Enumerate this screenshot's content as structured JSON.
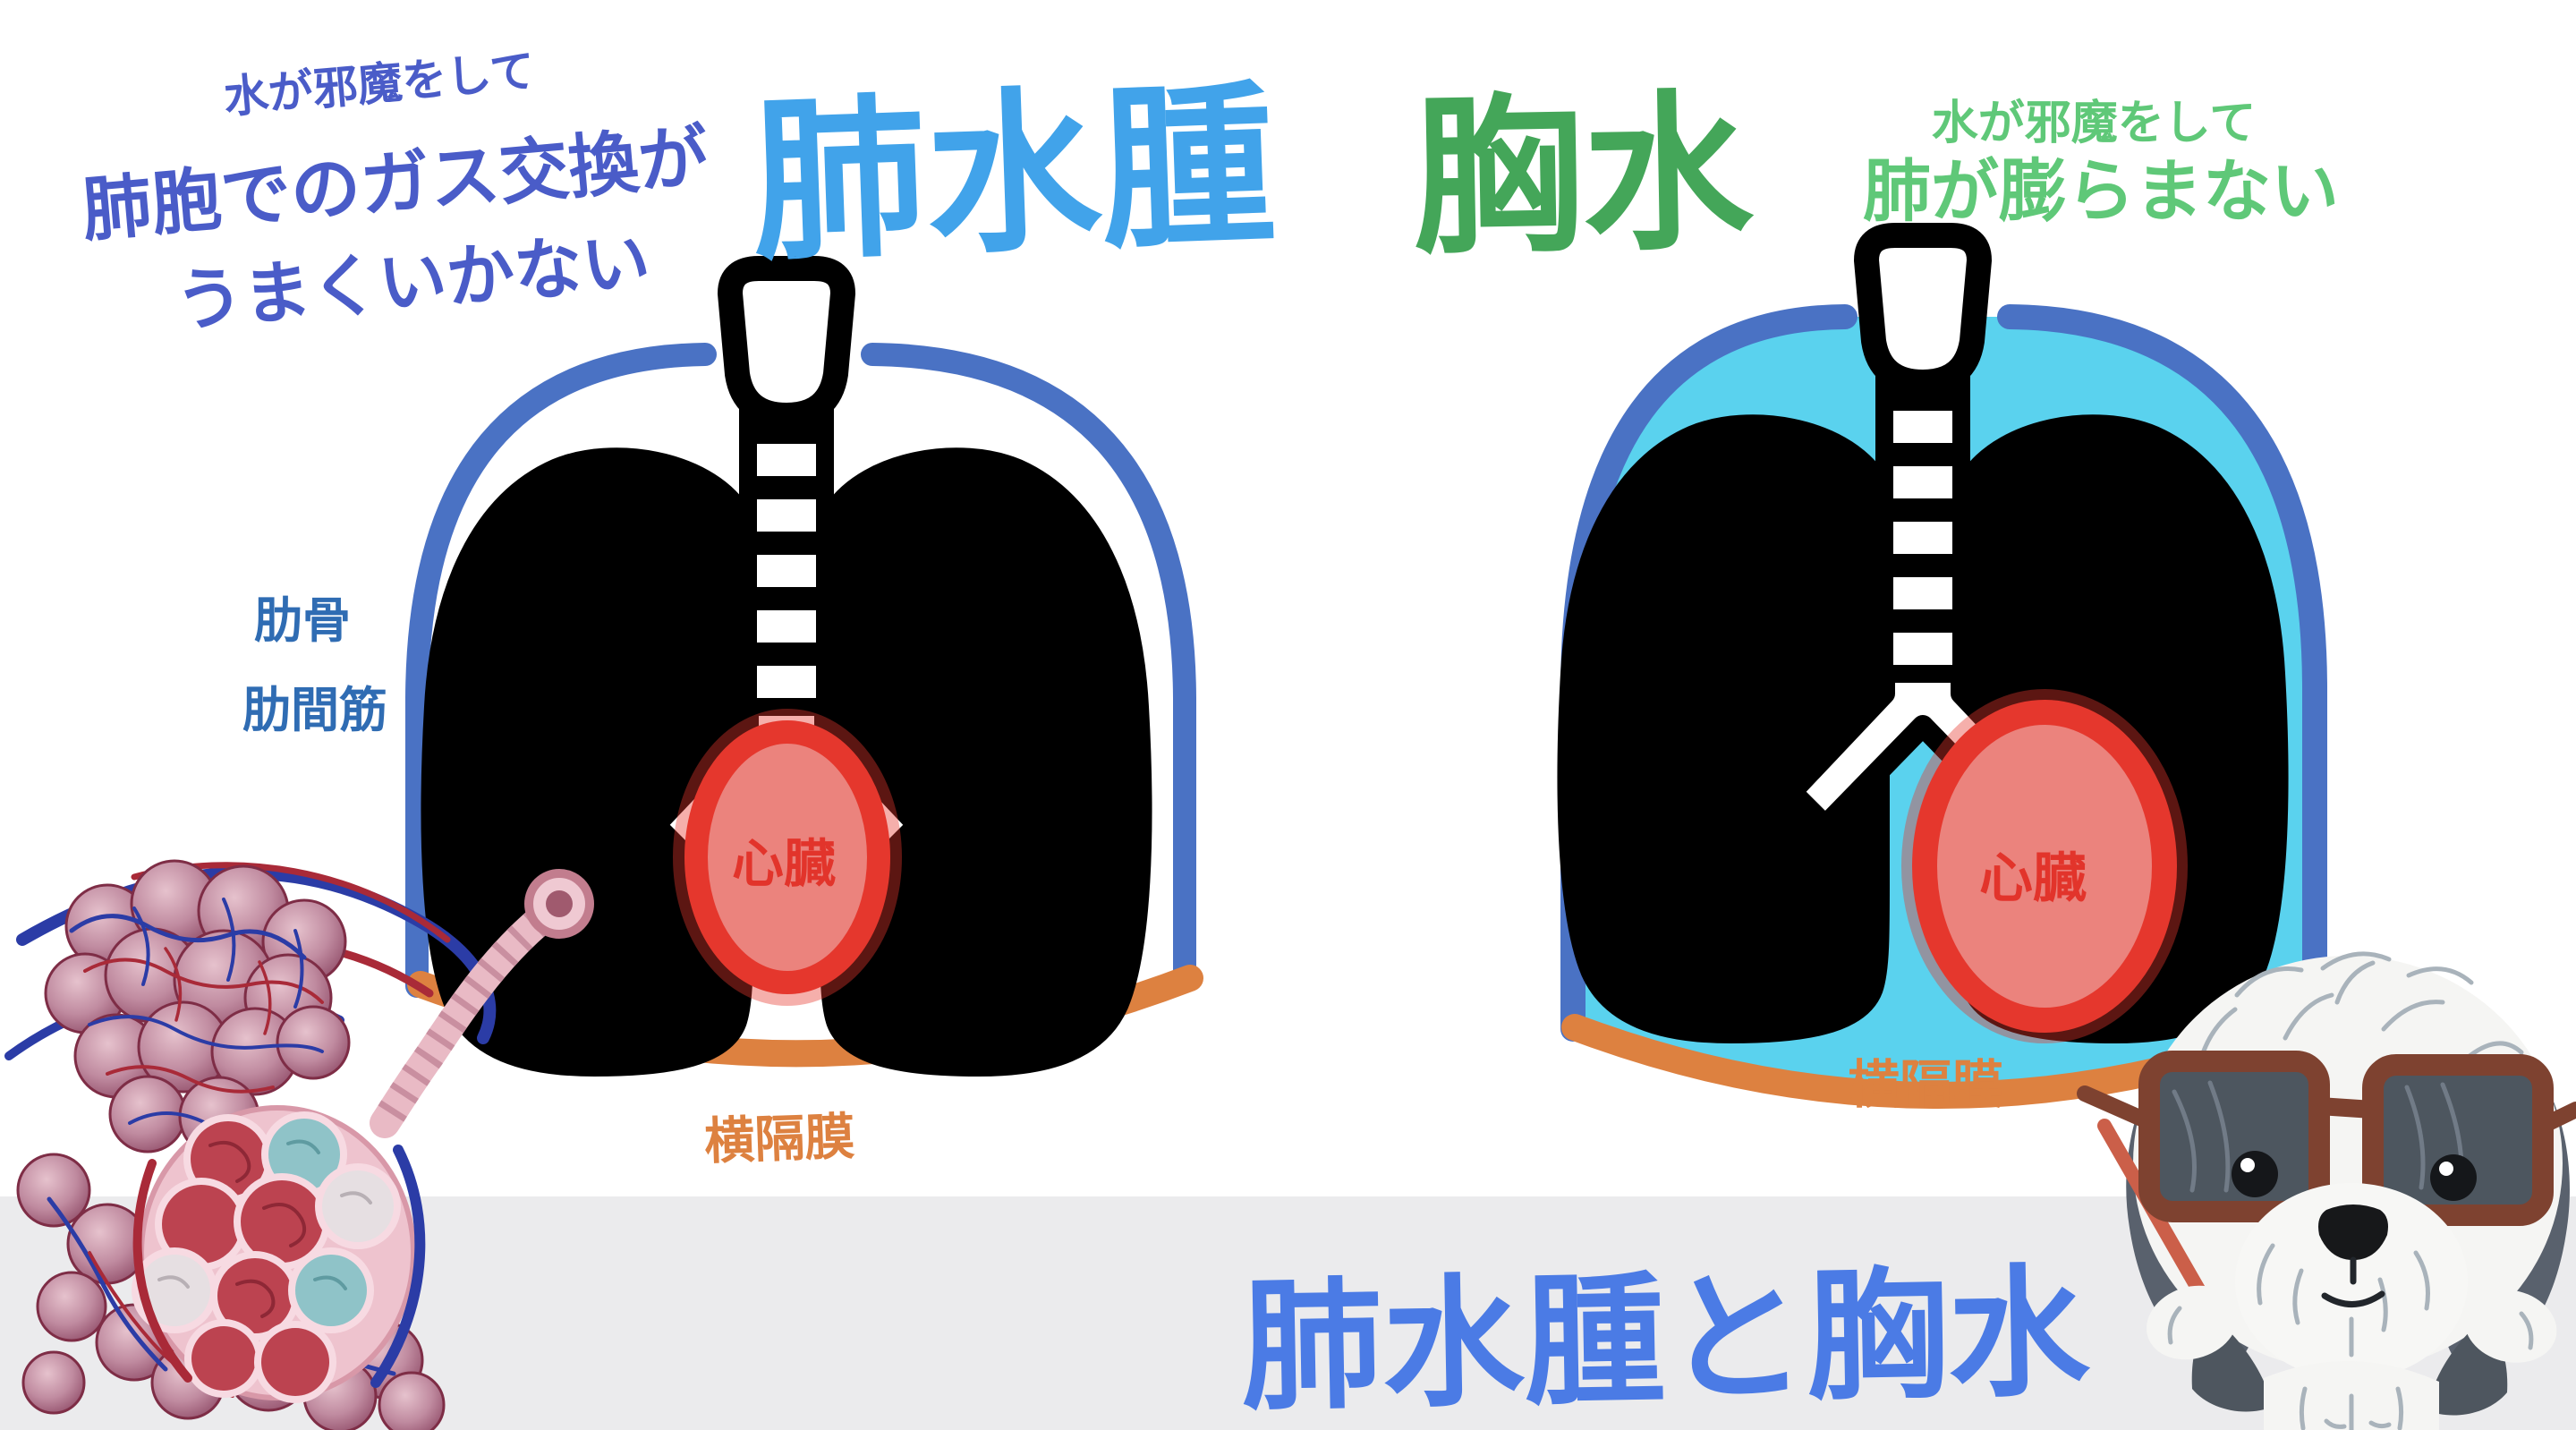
{
  "page": {
    "background_color": "#ffffff",
    "footer_band_color": "#ebebed"
  },
  "left_diagram": {
    "condition": "pulmonary edema",
    "note_line1": "水が邪魔をして",
    "note_line2": "肺胞でのガス交換が",
    "note_line3": "うまくいかない",
    "note_color": "#4a5cc8",
    "title": "肺水腫",
    "title_color": "#41a3ea",
    "ribs_label_line1": "肋骨",
    "ribs_label_line2": "肋間筋",
    "ribs_label_color": "#2f6cb3",
    "heart_label": "心臓",
    "heart_label_color": "#e2342b",
    "diaphragm_label": "横隔膜",
    "diaphragm_label_color": "#dd8140",
    "fluid_color": "#5ad2ee",
    "ribcage_color": "#4a72c4",
    "diaphragm_color": "#dd8140",
    "heart_ring_color": "#e5372d",
    "heart_fill_color": "#eb837d"
  },
  "right_diagram": {
    "condition": "pleural effusion",
    "note_line1": "水が邪魔をして",
    "note_line2": "肺が膨らまない",
    "note_color": "#5fc878",
    "title": "胸水",
    "title_color": "#44a659",
    "heart_label": "心臓",
    "heart_label_color": "#e2342b",
    "diaphragm_label": "横隔膜",
    "diaphragm_label_color": "#dd8140",
    "fluid_color": "#5ad2ee",
    "ribcage_color": "#4a72c4",
    "diaphragm_color": "#dd8140"
  },
  "footer": {
    "title": "肺水腫と胸水",
    "title_color": "#4b7be5"
  }
}
